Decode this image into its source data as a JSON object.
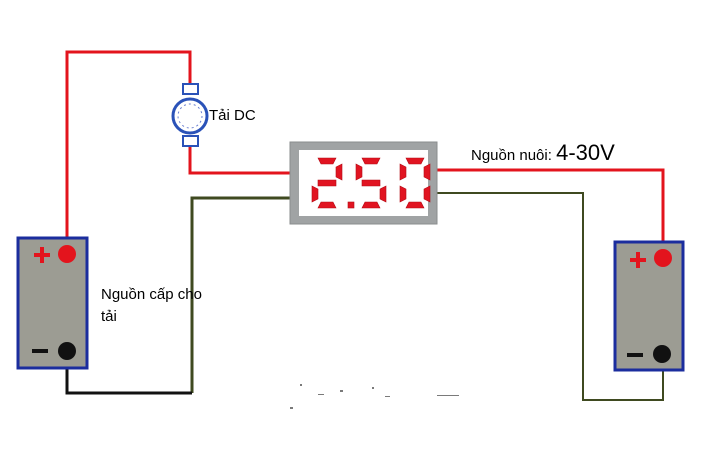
{
  "load": {
    "label": "Tải DC"
  },
  "meter": {
    "reading": "2.50"
  },
  "power": {
    "label": "Nguồn nuôi:",
    "range": "4-30V"
  },
  "supply": {
    "label": "Nguồn cấp cho tải"
  },
  "battery_left": {
    "plus": "+",
    "minus": "−"
  },
  "battery_right": {
    "plus": "+",
    "minus": "−"
  },
  "colors": {
    "positive_wire": "#e3141d",
    "negative_wire": "#3f4a20",
    "black_wire": "#111111",
    "battery_border": "#1b2d9e",
    "battery_fill": "#9c9c93",
    "segment_on": "#e11421",
    "meter_face": "#ffffff",
    "meter_bezel": "#a0a3a4",
    "motor_blue": "#2a52b8"
  }
}
